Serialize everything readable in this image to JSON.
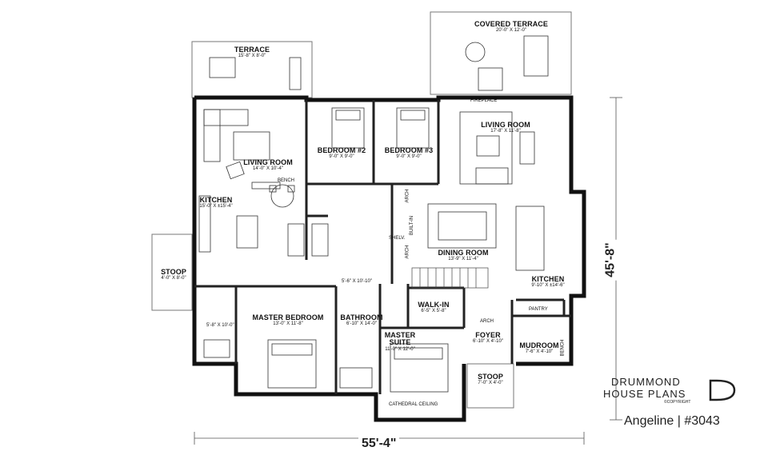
{
  "rooms": {
    "terrace": {
      "name": "TERRACE",
      "dims": "15'-8\" X 8'-0\""
    },
    "covered_terrace": {
      "name": "COVERED TERRACE",
      "dims": "20'-0\" X 12'-0\""
    },
    "living_left": {
      "name": "LIVING ROOM",
      "dims": "14'-0\" X 10'-4\""
    },
    "bedroom2": {
      "name": "BEDROOM #2",
      "dims": "9'-0\" X 9'-0\""
    },
    "bedroom3": {
      "name": "BEDROOM #3",
      "dims": "9'-0\" X 9'-0\""
    },
    "living_right": {
      "name": "LIVING ROOM",
      "dims": "17'-8\" X 11'-8\""
    },
    "kitchen_left": {
      "name": "KITCHEN",
      "dims": "15'-0\" X ±15'-4\""
    },
    "dining": {
      "name": "DINING ROOM",
      "dims": "13'-9\" X 11'-4\""
    },
    "kitchen_right": {
      "name": "KITCHEN",
      "dims": "9'-10\" X ±14'-6\""
    },
    "stoop_left": {
      "name": "STOOP",
      "dims": "4'-0\" X 8'-0\""
    },
    "master_bedroom": {
      "name": "MASTER BEDROOM",
      "dims": "13'-0\" X 11'-8\""
    },
    "bathroom": {
      "name": "BATHROOM",
      "dims": "6'-10\" X 14'-0\""
    },
    "walkin": {
      "name": "WALK-IN",
      "dims": "6'-5\" X 5'-8\""
    },
    "master_suite": {
      "name": "MASTER SUITE",
      "dims": "11'-0\" X 12'-0\""
    },
    "foyer": {
      "name": "FOYER",
      "dims": "6'-10\" X 4'-10\""
    },
    "mudroom": {
      "name": "MUDROOM",
      "dims": "7'-6\" X 4'-10\""
    },
    "stoop_bottom": {
      "name": "STOOP",
      "dims": "7'-0\" X 4'-0\""
    }
  },
  "minor_labels": {
    "fireplace": "FIREPLACE",
    "bench_top": "BENCH",
    "bench_side": "BENCH",
    "pantry": "PANTRY",
    "arch_vertical_1": "ARCH",
    "arch_vertical_2": "ARCH",
    "arch_horizontal": "ARCH",
    "built_in": "BUILT-IN",
    "shelves": "SHELV.",
    "bath_small_left": "5'-8\" X 10'-0\"",
    "bath_small_mid": "5'-6\" X 10'-10\"",
    "cathedral": "CATHEDRAL CEILING"
  },
  "dimensions": {
    "width": "55'-4\"",
    "depth": "45'-8\""
  },
  "brand": {
    "line1": "DRUMMOND",
    "line2": "HOUSE PLANS",
    "copyright": "©COPYRIGHT",
    "plan": "Angeline | #3043"
  }
}
